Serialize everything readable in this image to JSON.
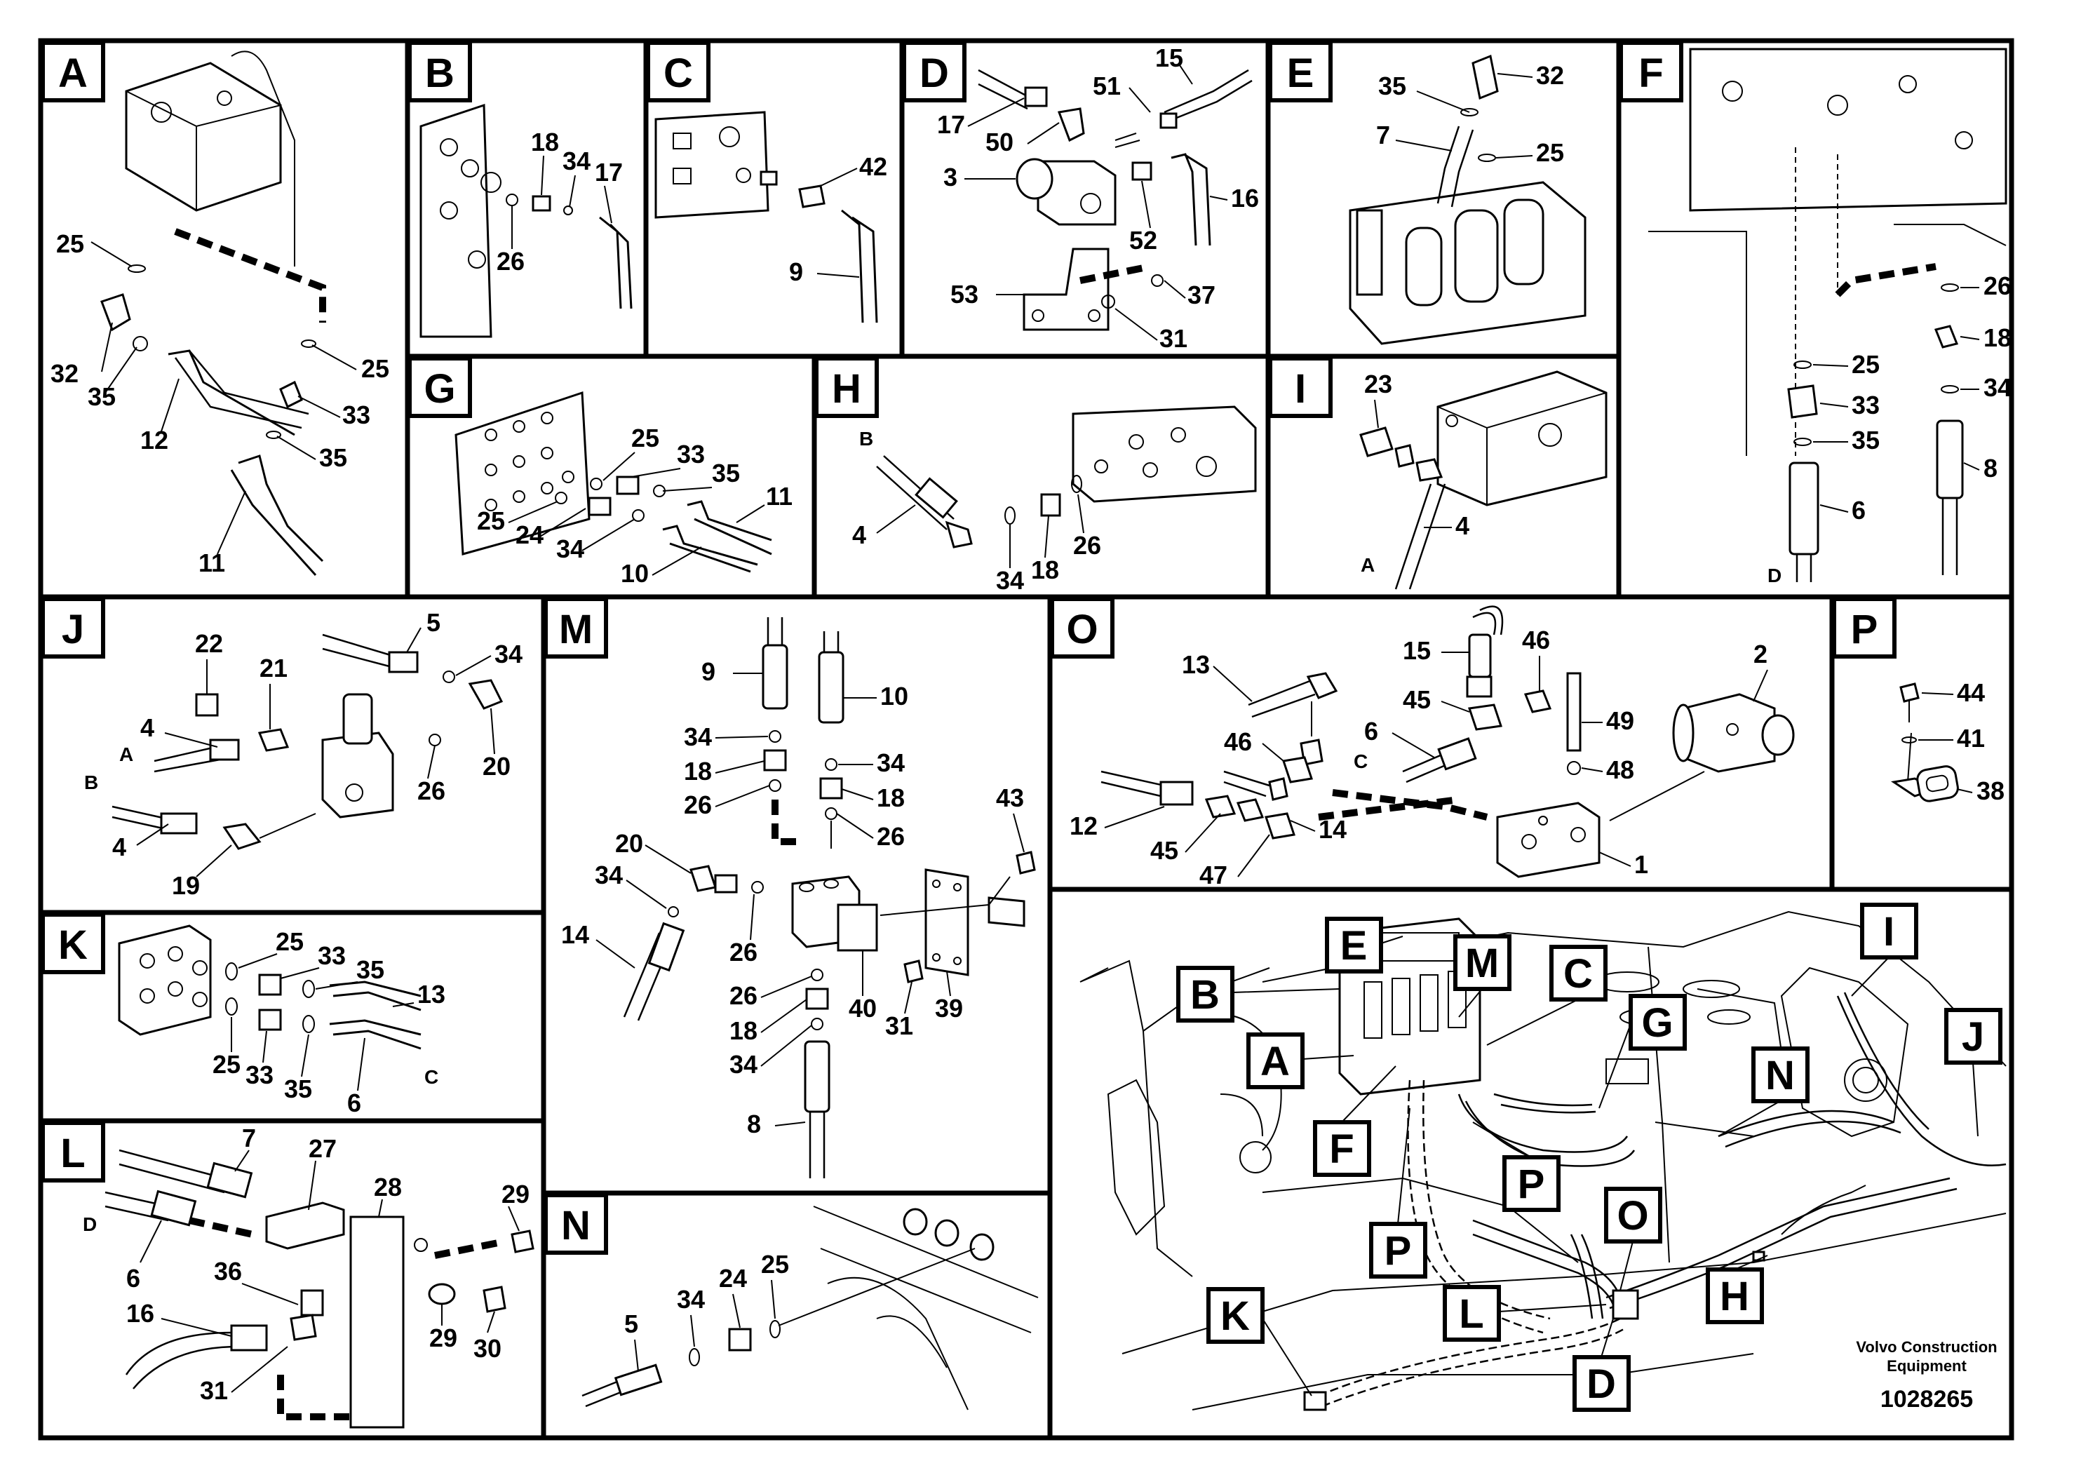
{
  "panels": {
    "A": {
      "letter": "A",
      "labels": [
        "25",
        "25",
        "32",
        "35",
        "12",
        "33",
        "35",
        "11"
      ]
    },
    "B": {
      "letter": "B",
      "labels": [
        "18",
        "34",
        "17",
        "26"
      ]
    },
    "C": {
      "letter": "C",
      "labels": [
        "42",
        "9"
      ]
    },
    "D": {
      "letter": "D",
      "labels": [
        "15",
        "51",
        "17",
        "50",
        "3",
        "16",
        "52",
        "53",
        "37",
        "31"
      ]
    },
    "E": {
      "letter": "E",
      "labels": [
        "35",
        "32",
        "7",
        "25"
      ]
    },
    "F": {
      "letter": "F",
      "labels": [
        "26",
        "25",
        "18",
        "33",
        "34",
        "35",
        "8",
        "6",
        "D"
      ]
    },
    "G": {
      "letter": "G",
      "labels": [
        "25",
        "33",
        "35",
        "25",
        "11",
        "24",
        "34",
        "10"
      ]
    },
    "H": {
      "letter": "H",
      "labels": [
        "B",
        "4",
        "34",
        "18",
        "26"
      ]
    },
    "I": {
      "letter": "I",
      "labels": [
        "23",
        "4",
        "A"
      ]
    },
    "J": {
      "letter": "J",
      "labels": [
        "5",
        "22",
        "21",
        "34",
        "4",
        "A",
        "B",
        "26",
        "20",
        "4",
        "19"
      ]
    },
    "K": {
      "letter": "K",
      "labels": [
        "25",
        "33",
        "35",
        "13",
        "25",
        "33",
        "35",
        "6",
        "C"
      ]
    },
    "L": {
      "letter": "L",
      "labels": [
        "7",
        "27",
        "28",
        "29",
        "D",
        "6",
        "36",
        "16",
        "29",
        "30",
        "31"
      ]
    },
    "M": {
      "letter": "M",
      "labels": [
        "9",
        "10",
        "34",
        "34",
        "18",
        "18",
        "26",
        "26",
        "43",
        "20",
        "34",
        "14",
        "26",
        "40",
        "31",
        "39",
        "26",
        "18",
        "34",
        "8"
      ]
    },
    "N": {
      "letter": "N",
      "labels": [
        "34",
        "24",
        "25",
        "5"
      ]
    },
    "O": {
      "letter": "O",
      "labels": [
        "13",
        "15",
        "46",
        "2",
        "45",
        "49",
        "46",
        "6",
        "C",
        "48",
        "12",
        "14",
        "45",
        "47",
        "1"
      ]
    },
    "P": {
      "letter": "P",
      "labels": [
        "44",
        "41",
        "38"
      ]
    },
    "overview": {
      "letter": "",
      "callouts": [
        "E",
        "M",
        "C",
        "I",
        "B",
        "A",
        "G",
        "J",
        "N",
        "F",
        "P",
        "P",
        "O",
        "H",
        "K",
        "L",
        "D"
      ]
    }
  },
  "footer": {
    "company_line1": "Volvo Construction",
    "company_line2": "Equipment",
    "document_number": "1028265"
  }
}
